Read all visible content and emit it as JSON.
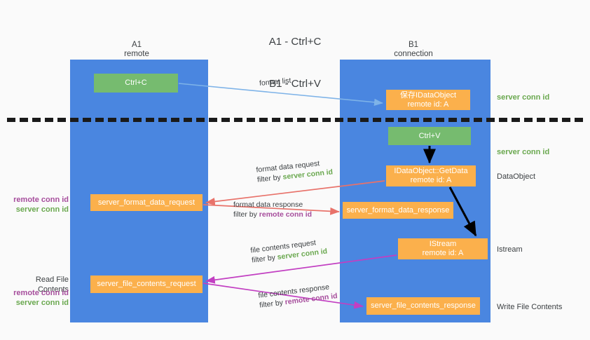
{
  "title": {
    "line1": "A1 - Ctrl+C",
    "line2": "B1 - Ctrl+V"
  },
  "columns": {
    "a1": {
      "name": "A1",
      "role": "remote"
    },
    "b1": {
      "name": "B1",
      "role": "connection"
    }
  },
  "boxes": {
    "ctrl_c": {
      "label": "Ctrl+C",
      "color": "#76bb6f"
    },
    "save_idataobject": {
      "line1": "保存IDataObject",
      "line2": "remote id: A",
      "color": "#fbb04c"
    },
    "ctrl_v": {
      "label": "Ctrl+V",
      "color": "#76bb6f"
    },
    "getdata": {
      "line1": "IDataObject::GetData",
      "line2": "remote id: A",
      "color": "#fbb04c"
    },
    "server_format_data_request": {
      "label": "server_format_data_request",
      "color": "#fbb04c"
    },
    "server_format_data_response": {
      "label": "server_format_data_response",
      "color": "#fbb04c"
    },
    "istream": {
      "line1": "IStream",
      "line2": "remote id: A",
      "color": "#fbb04c"
    },
    "server_file_contents_request": {
      "label": "server_file_contents_request",
      "color": "#fbb04c"
    },
    "server_file_contents_response": {
      "label": "server_file_contents_response",
      "color": "#fbb04c"
    }
  },
  "notes": {
    "format_list": "format list",
    "format_data_request": "format data request",
    "format_data_request_filter_prefix": "filter by ",
    "format_data_request_filter_value": "server conn id",
    "format_data_response": "format data response",
    "format_data_response_filter_prefix": "filter by ",
    "format_data_response_filter_value": "remote conn id",
    "file_contents_request": "file contents request",
    "file_contents_request_filter_prefix": "filter by ",
    "file_contents_request_filter_value": "server conn id",
    "file_contents_response": "file contents response",
    "file_contents_response_filter_prefix": "filter by ",
    "file_contents_response_filter_value": "remote conn id"
  },
  "side_labels": {
    "server_conn_id_top": "server conn id",
    "server_conn_id_mid": "server conn id",
    "dataobject": "DataObject",
    "istream": "Istream",
    "write_file_contents": "Write File Contents",
    "read_file_contents": "Read File Contents",
    "remote_conn_id_1": "remote conn id",
    "server_conn_id_1": "server conn id",
    "remote_conn_id_2": "remote conn id",
    "server_conn_id_2": "server conn id"
  },
  "colors": {
    "lane": "#4a86e0",
    "green": "#76bb6f",
    "orange": "#fbb04c",
    "green_text": "#6aa84f",
    "purple_text": "#a64d9c",
    "arrow_light_blue": "#7eb3e8",
    "arrow_red": "#e8726a",
    "arrow_magenta": "#c23fc2",
    "arrow_black": "#000000",
    "divider": "#1a1a1a",
    "background": "#fafafa"
  }
}
